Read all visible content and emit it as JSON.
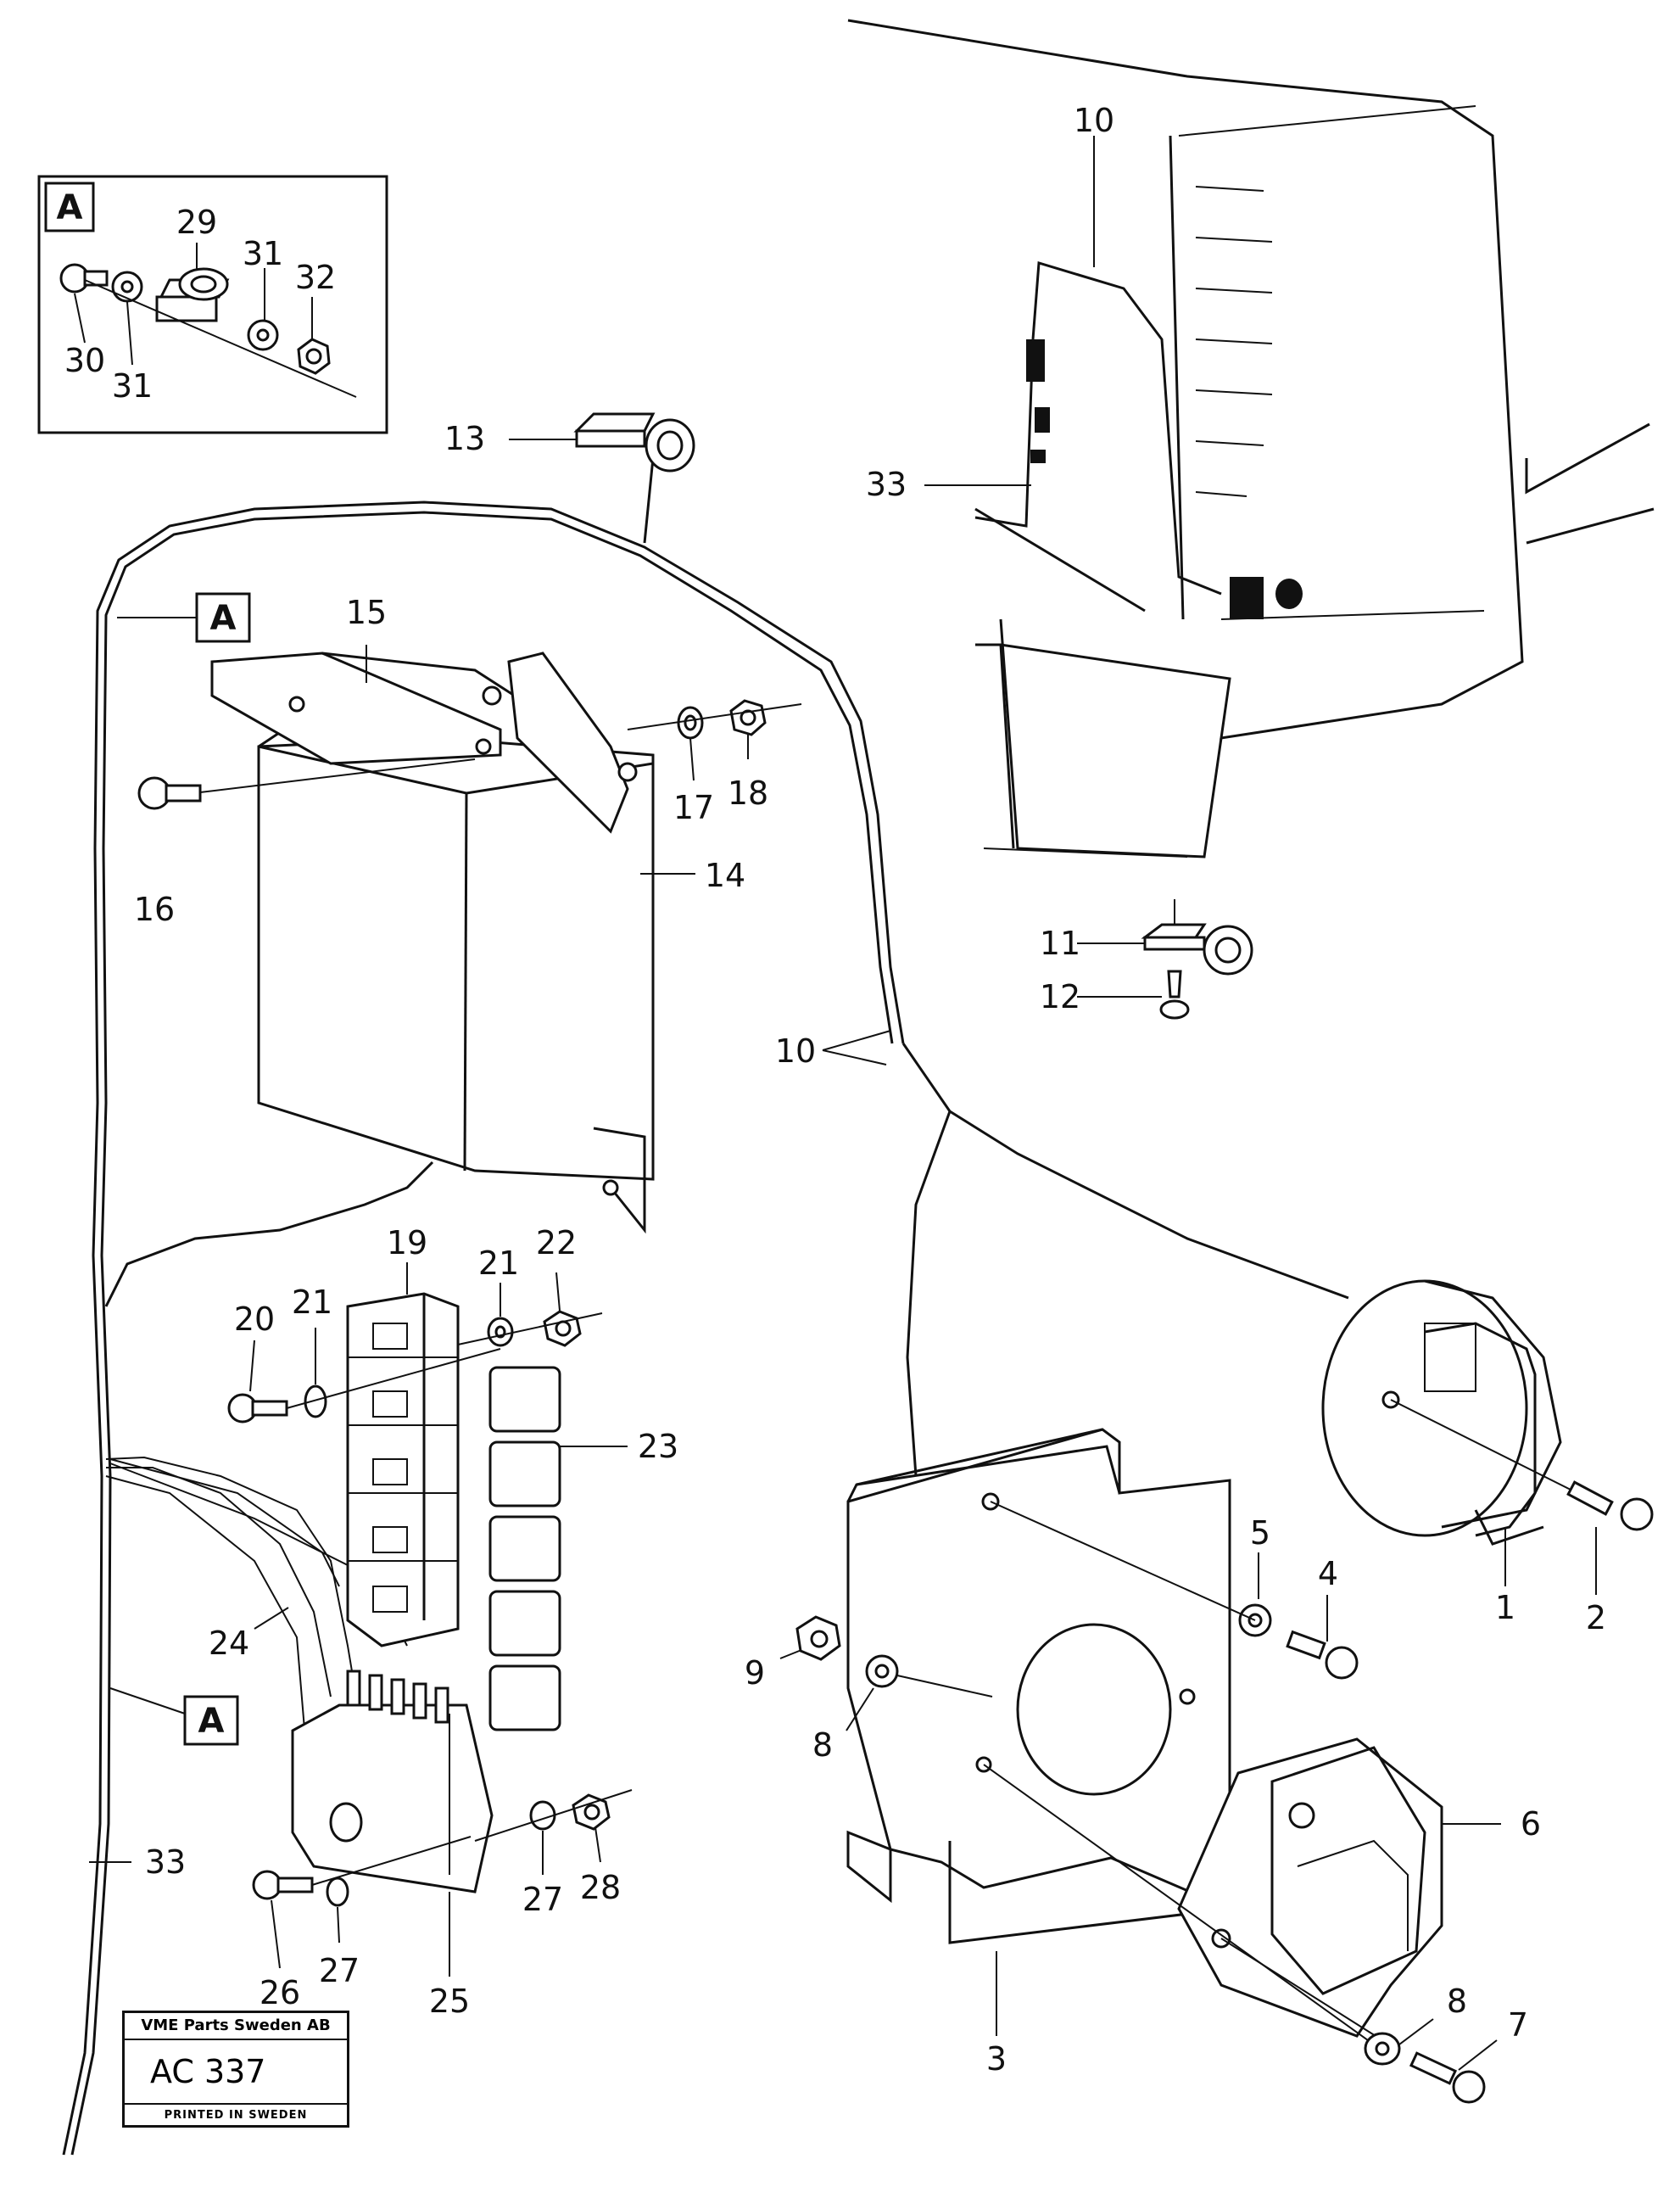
{
  "detail_box": {
    "letter": "A",
    "labels": [
      "29",
      "30",
      "31",
      "31",
      "32"
    ]
  },
  "section_marker": "A",
  "callouts": [
    "10",
    "13",
    "33",
    "15",
    "17",
    "18",
    "16",
    "14",
    "11",
    "12",
    "10",
    "19",
    "21",
    "22",
    "20",
    "21",
    "23",
    "24",
    "5",
    "4",
    "1",
    "2",
    "9",
    "8",
    "6",
    "33",
    "27",
    "28",
    "26",
    "27",
    "25",
    "3",
    "8",
    "7"
  ],
  "stamp": {
    "company": "VME Parts Sweden AB",
    "code": "AC 337",
    "printed": "PRINTED IN SWEDEN"
  }
}
